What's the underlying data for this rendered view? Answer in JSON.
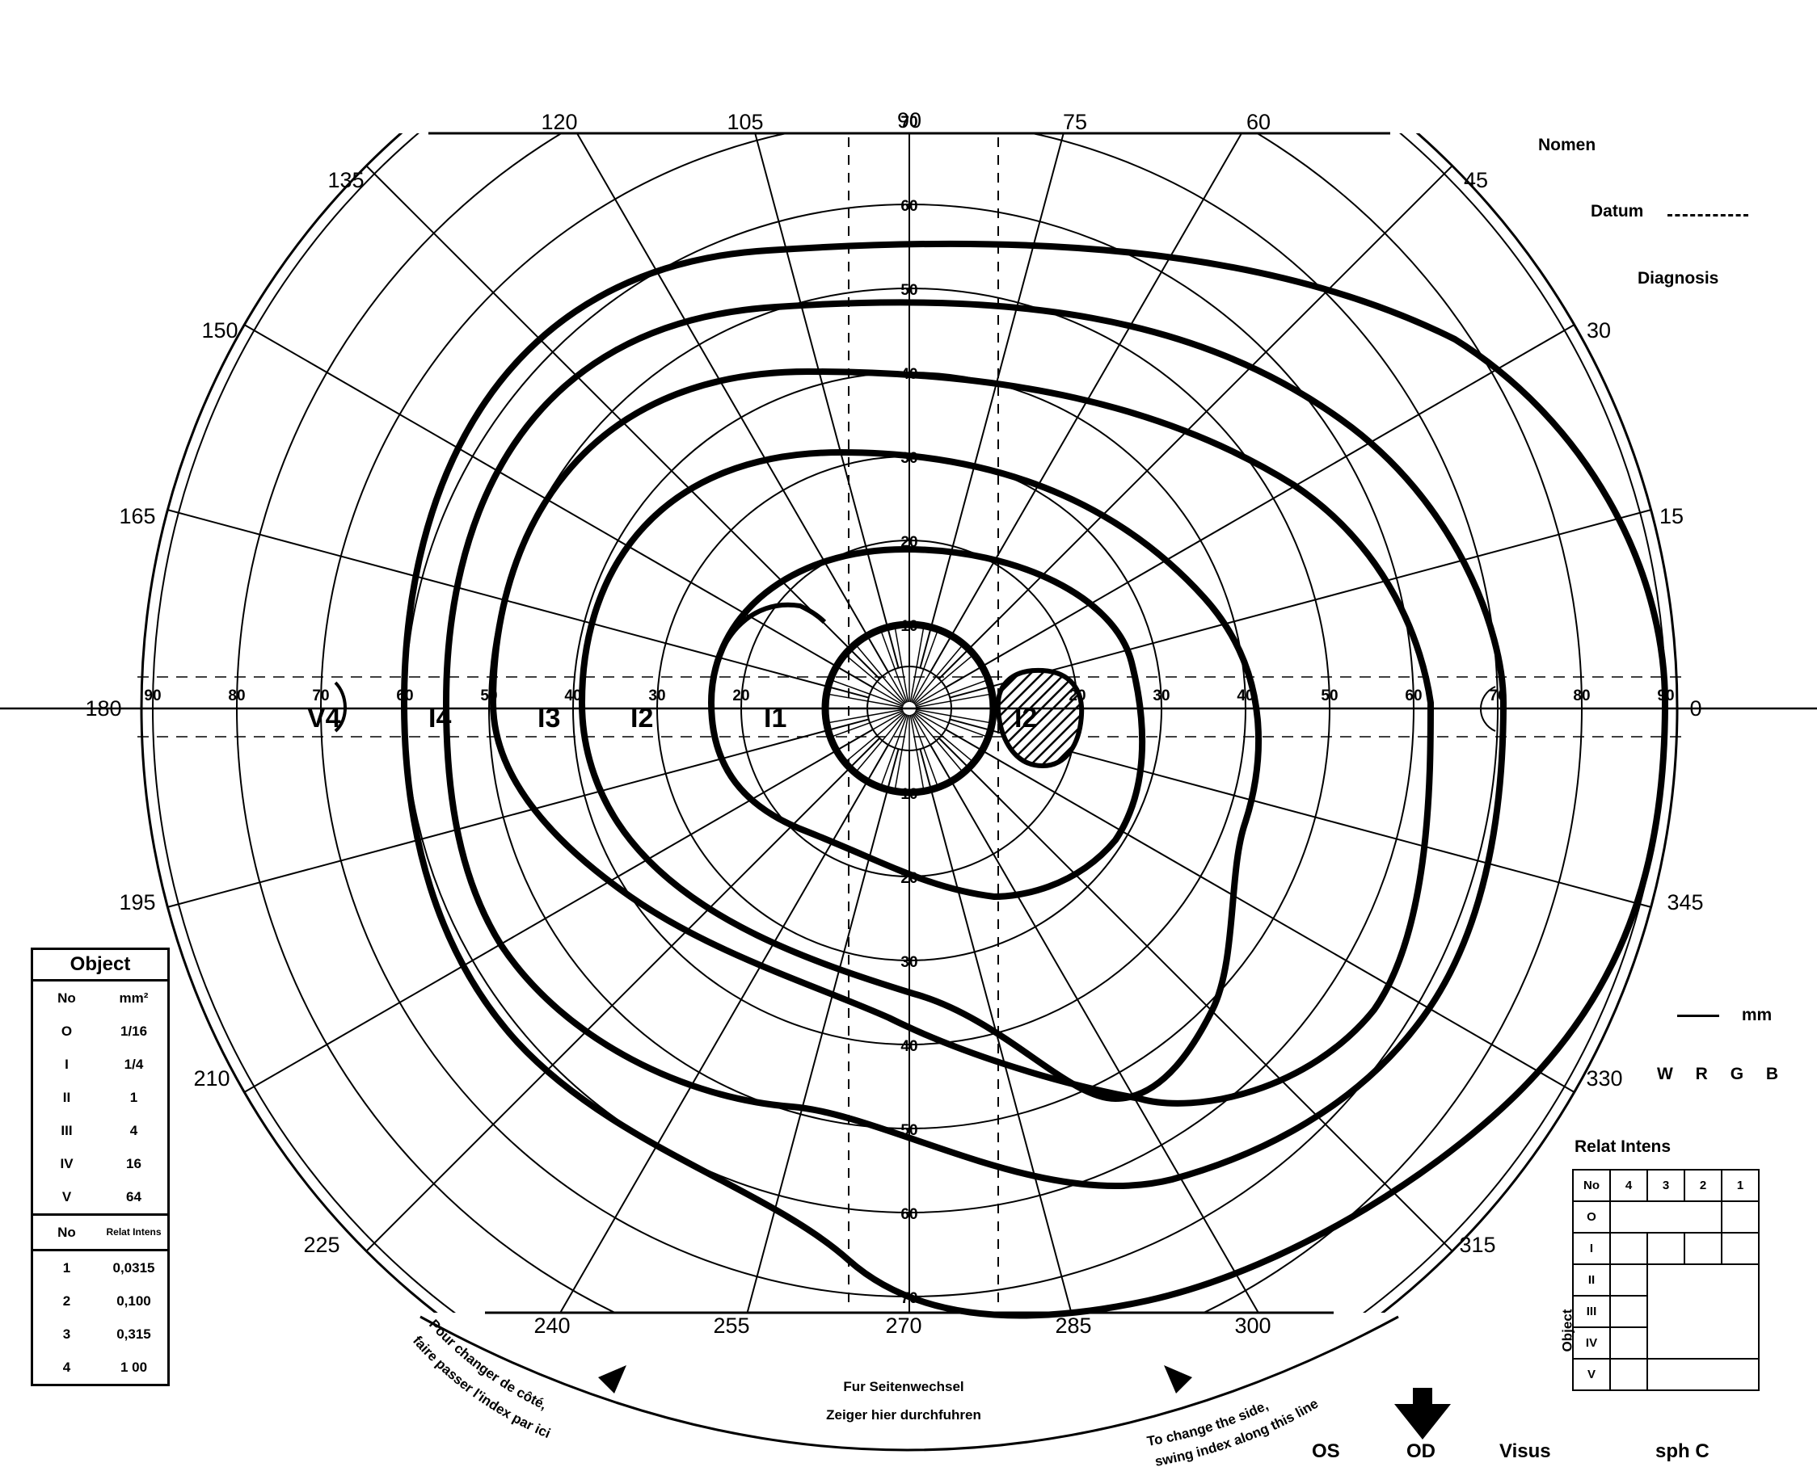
{
  "perimeter": {
    "meridian_labels": [
      "0",
      "15",
      "30",
      "45",
      "60",
      "75",
      "90",
      "105",
      "120",
      "135",
      "150",
      "165",
      "180",
      "195",
      "210",
      "225",
      "240",
      "255",
      "270",
      "285",
      "300",
      "315",
      "330",
      "345"
    ],
    "ring_labels_top": [
      "10",
      "20",
      "30",
      "40",
      "50",
      "60",
      "70"
    ],
    "ring_labels_bottom": [
      "10",
      "20",
      "30",
      "40",
      "50",
      "60",
      "70"
    ],
    "ring_labels_left": [
      "90",
      "80",
      "70",
      "60",
      "50",
      "40",
      "30",
      "20"
    ],
    "ring_labels_right": [
      "20",
      "30",
      "40",
      "50",
      "60",
      "70",
      "80",
      "90"
    ],
    "isopter_labels": [
      "V4",
      "I4",
      "I3",
      "I2",
      "I1",
      "I2"
    ],
    "colors": {
      "ink": "#000000",
      "paper": "#ffffff",
      "scotoma_hatch": "#000000"
    }
  },
  "header": {
    "name_label": "Nomen",
    "date_label": "Datum",
    "diagnosis_label": "Diagnosis"
  },
  "right_panel": {
    "mm_label": "mm",
    "color_codes": [
      "W",
      "R",
      "G",
      "B"
    ],
    "relint_title": "Relat Intens",
    "relint_columns": [
      "No",
      "4",
      "3",
      "2",
      "1"
    ],
    "relint_rows": [
      "O",
      "I",
      "II",
      "III",
      "IV",
      "V"
    ],
    "object_label": "Object"
  },
  "object_table": {
    "title": "Object",
    "col1": "No",
    "col2": "mm²",
    "rows": [
      {
        "no": "O",
        "val": "1/16"
      },
      {
        "no": "I",
        "val": "1/4"
      },
      {
        "no": "II",
        "val": "1"
      },
      {
        "no": "III",
        "val": "4"
      },
      {
        "no": "IV",
        "val": "16"
      },
      {
        "no": "V",
        "val": "64"
      }
    ],
    "intens_col1": "No",
    "intens_col2": "Relat Intens",
    "intens_rows": [
      {
        "no": "1",
        "val": "0,0315"
      },
      {
        "no": "2",
        "val": "0,100"
      },
      {
        "no": "3",
        "val": "0,315"
      },
      {
        "no": "4",
        "val": "1 00"
      }
    ]
  },
  "bottom": {
    "french_line1": "Pour changer de côté,",
    "french_line2": "faire passer l'index par ici",
    "german_line1": "Fur Seitenwechsel",
    "german_line2": "Zeiger hier durchfuhren",
    "english_line1": "To change the side,",
    "english_line2": "swing index along this line",
    "os_label": "OS",
    "od_label": "OD",
    "visus_label": "Visus",
    "sph_label": "sph C"
  }
}
